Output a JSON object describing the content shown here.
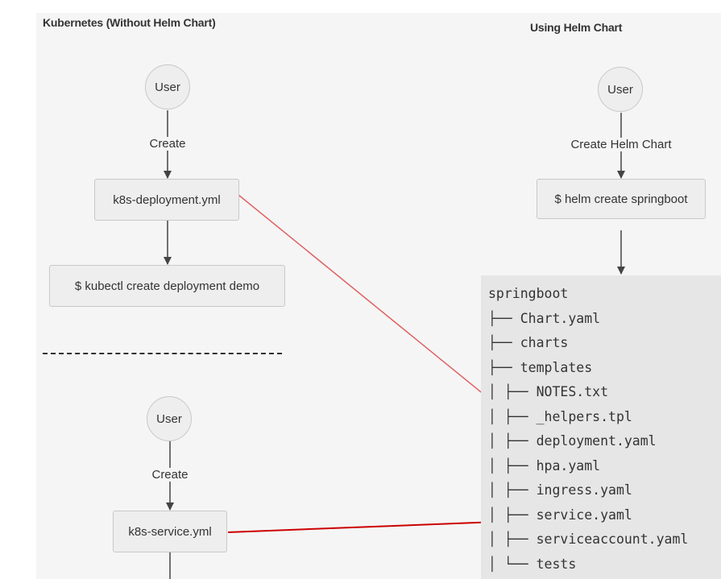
{
  "left": {
    "title": "Kubernetes (Without Helm Chart)",
    "flow1": {
      "user": "User",
      "edge_label": "Create",
      "file": "k8s-deployment.yml",
      "command": "$ kubectl create deployment demo"
    },
    "divider": "------------------------------------------",
    "flow2": {
      "user": "User",
      "edge_label": "Create",
      "file": "k8s-service.yml"
    }
  },
  "right": {
    "title": "Using Helm Chart",
    "user": "User",
    "edge_label": "Create Helm Chart",
    "command": "$ helm create springboot",
    "tree": [
      "springboot",
      "├── Chart.yaml",
      "├── charts",
      "├── templates",
      "│ ├── NOTES.txt",
      "│ ├── _helpers.tpl",
      "│ ├── deployment.yaml",
      "│ ├── hpa.yaml",
      "│ ├── ingress.yaml",
      "│ ├── service.yaml",
      "│ ├── serviceaccount.yaml",
      "│ └── tests"
    ]
  },
  "colors": {
    "background": "#f5f5f5",
    "node_fill": "#eeeeee",
    "node_border": "#c8c8c8",
    "tree_background": "#e6e6e6",
    "arrow_light_red": "#e06060",
    "arrow_dark_red": "#cc0000"
  }
}
